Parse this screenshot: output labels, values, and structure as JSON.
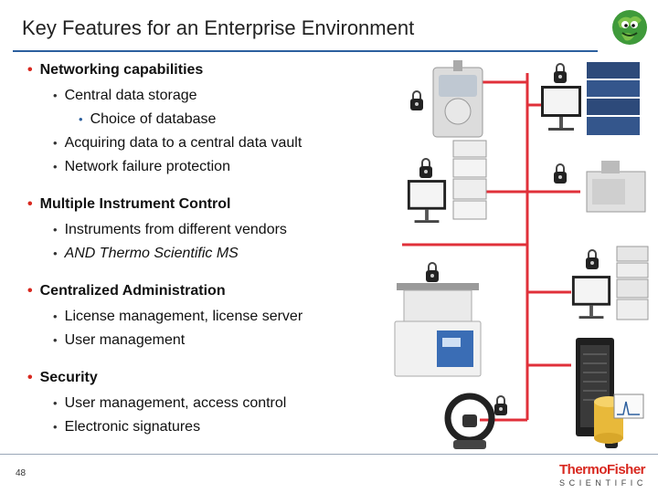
{
  "slide": {
    "title": "Key Features for an Enterprise Environment",
    "page_number": "48"
  },
  "bullets": [
    {
      "text": "Networking capabilities",
      "subs": [
        "Central data storage",
        "Choice of database",
        "Acquiring data to a central data vault",
        "Network failure protection"
      ]
    },
    {
      "text": "Multiple Instrument Control",
      "subs": [
        "Instruments from different vendors",
        "AND Thermo Scientific MS"
      ]
    },
    {
      "text": "Centralized Administration",
      "subs": [
        "License management, license server",
        "User management"
      ]
    },
    {
      "text": "Security",
      "subs": [
        "User management, access control",
        "Electronic signatures"
      ]
    }
  ],
  "logo": {
    "line1": "ThermoFisher",
    "line2": "SCIENTIFIC"
  },
  "colors": {
    "accent_red": "#d8281f",
    "title_rule": "#2c5f9e",
    "network_line": "#e0303a"
  },
  "icons": [
    "globe-mascot-icon",
    "padlock-icon",
    "monitor-icon",
    "chromatography-instrument-icon",
    "mass-spectrometer-icon",
    "gaming-wheel-icon",
    "server-tower-icon",
    "database-icon"
  ]
}
